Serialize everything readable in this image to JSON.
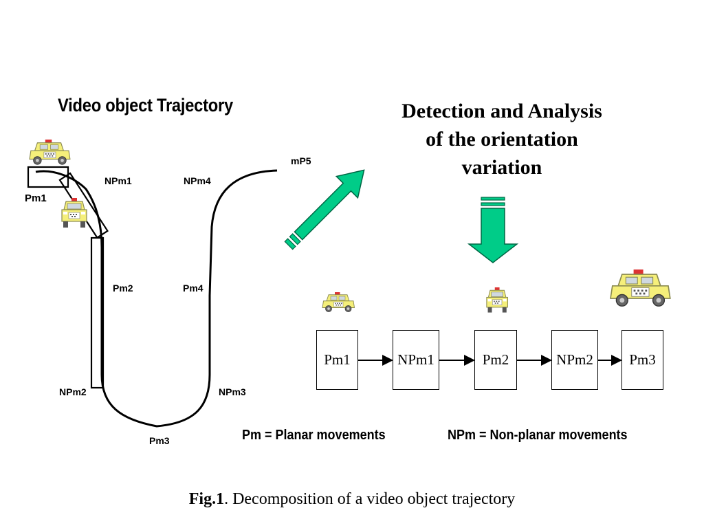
{
  "left_panel": {
    "title": "Video object Trajectory",
    "labels": {
      "pm1": "Pm1",
      "npm1": "NPm1",
      "npm4": "NPm4",
      "mp5": "mP5",
      "pm2": "Pm2",
      "pm4": "Pm4",
      "npm2": "NPm2",
      "npm3": "NPm3",
      "pm3": "Pm3"
    }
  },
  "right_panel": {
    "title_line1": "Detection and Analysis",
    "title_line2": "of the orientation",
    "title_line3": "variation",
    "sequence": [
      "Pm1",
      "NPm1",
      "Pm2",
      "NPm2",
      "Pm3"
    ]
  },
  "legend": {
    "pm": "Pm = Planar movements",
    "npm": "NPm = Non-planar movements"
  },
  "caption": {
    "label": "Fig.1",
    "text": ".  Decomposition of a video object trajectory"
  },
  "colors": {
    "arrow_fill": "#00cc88",
    "arrow_stroke": "#006644",
    "taxi_body": "#f5ef7a",
    "taxi_outline": "#8a8a50"
  }
}
